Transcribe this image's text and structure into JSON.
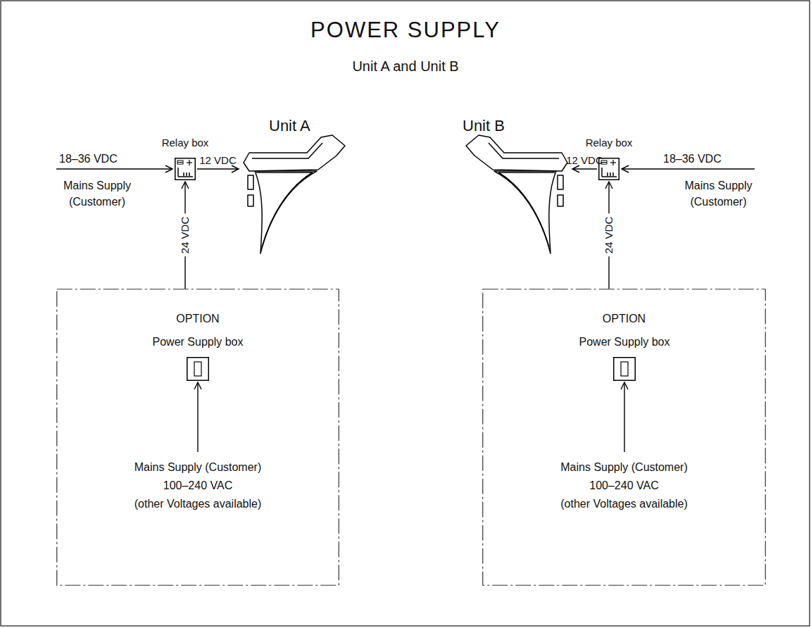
{
  "diagram": {
    "title": "POWER SUPPLY",
    "nodes": [
      {
        "text": [
          "Relay box"
        ]
      },
      {
        "text": [
          "Unit A"
        ]
      },
      {
        "text": [
          "Unit B"
        ]
      },
      {
        "text": [
          "Relay box"
        ]
      },
      {
        "text": [
          "OPTION",
          "Mains Supply (Customer)",
          "100–240 VAC",
          "(other Voltages available)"
        ]
      },
      {
        "text": [
          "Power Supply box"
        ],
        "in": 4
      },
      {
        "text": [
          "OPTION",
          "Mains Supply (Customer)",
          "100–240 VAC",
          "(other Voltages available)"
        ]
      },
      {
        "text": [
          "Power Supply box"
        ],
        "in": 6
      }
    ],
    "edges": [
      {
        "from": 0,
        "to": 1,
        "label": "12 VDC",
        "arrow": "to"
      },
      {
        "from": 3,
        "to": 2,
        "label": "12 VDC",
        "arrow": "to"
      },
      {
        "from": 4,
        "to": 0,
        "label": "24 VDC",
        "arrow": "to"
      },
      {
        "from": 6,
        "to": 3,
        "label": "24 VDC",
        "arrow": "to"
      }
    ],
    "labels": [
      "Unit A and Unit B",
      "18–36 VDC",
      "Mains Supply (Customer)",
      "18–36 VDC",
      "Mains Supply (Customer)"
    ]
  }
}
